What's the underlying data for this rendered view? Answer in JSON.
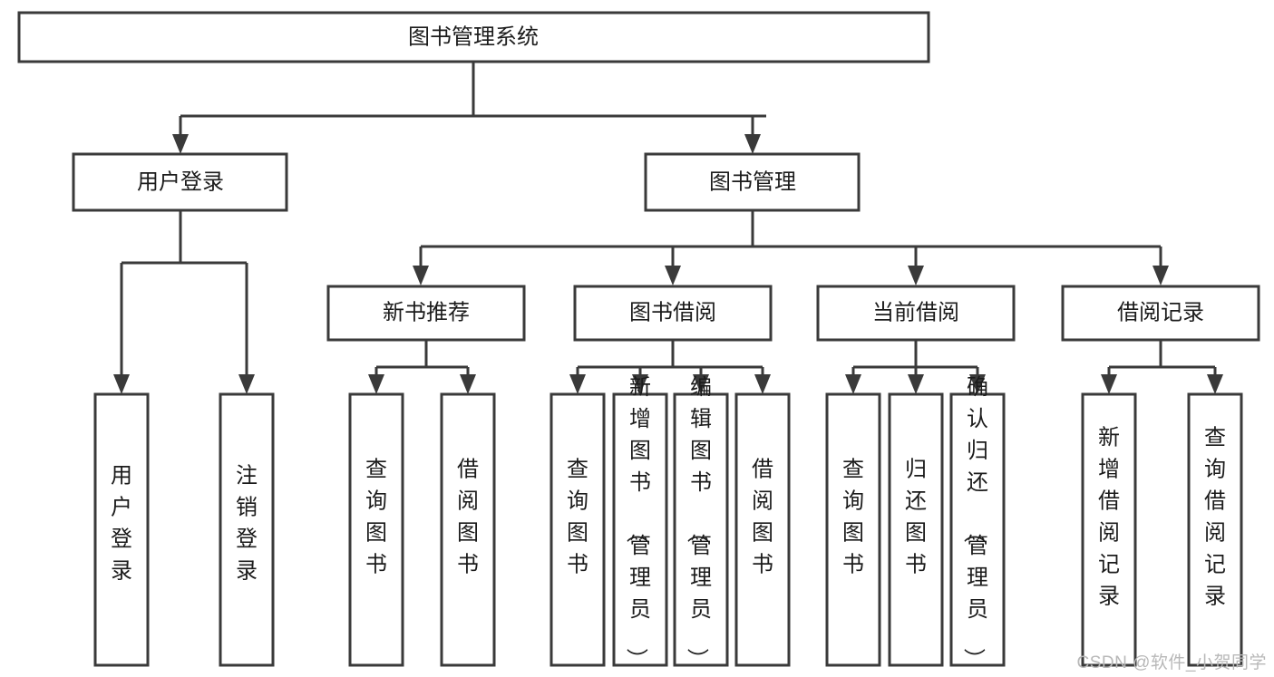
{
  "diagram": {
    "title": "图书管理系统",
    "type": "tree-hierarchy-diagram",
    "orientation": "top-down",
    "colors": {
      "box_stroke": "#3a3a3a",
      "box_fill": "#ffffff",
      "connector": "#3a3a3a",
      "text": "#1b1b1b",
      "background": "#ffffff",
      "watermark": "#b8b8b8"
    },
    "root": {
      "id": "root",
      "label": "图书管理系统",
      "orientation": "horizontal"
    },
    "level2": [
      {
        "id": "user-login",
        "label": "用户登录",
        "orientation": "horizontal"
      },
      {
        "id": "book-manage",
        "label": "图书管理",
        "orientation": "horizontal"
      }
    ],
    "level3": [
      {
        "id": "new-book-recommend",
        "label": "新书推荐",
        "parent": "book-manage",
        "orientation": "horizontal"
      },
      {
        "id": "book-borrow",
        "label": "图书借阅",
        "parent": "book-manage",
        "orientation": "horizontal"
      },
      {
        "id": "current-borrow",
        "label": "当前借阅",
        "parent": "book-manage",
        "orientation": "horizontal"
      },
      {
        "id": "borrow-record",
        "label": "借阅记录",
        "parent": "book-manage",
        "orientation": "horizontal"
      }
    ],
    "leaves": [
      {
        "id": "leaf-user-login",
        "label": "用户登录",
        "parent": "user-login",
        "orientation": "vertical"
      },
      {
        "id": "leaf-user-logout",
        "label": "注销登录",
        "parent": "user-login",
        "orientation": "vertical"
      },
      {
        "id": "leaf-query-book-1",
        "label": "查询图书",
        "parent": "new-book-recommend",
        "orientation": "vertical"
      },
      {
        "id": "leaf-borrow-book-1",
        "label": "借阅图书",
        "parent": "new-book-recommend",
        "orientation": "vertical"
      },
      {
        "id": "leaf-query-book-2",
        "label": "查询图书",
        "parent": "book-borrow",
        "orientation": "vertical"
      },
      {
        "id": "leaf-add-book",
        "label": "新增图书（管理员）",
        "parent": "book-borrow",
        "orientation": "vertical"
      },
      {
        "id": "leaf-edit-book",
        "label": "编辑图书（管理员）",
        "parent": "book-borrow",
        "orientation": "vertical"
      },
      {
        "id": "leaf-borrow-book-2",
        "label": "借阅图书",
        "parent": "book-borrow",
        "orientation": "vertical"
      },
      {
        "id": "leaf-query-book-3",
        "label": "查询图书",
        "parent": "current-borrow",
        "orientation": "vertical"
      },
      {
        "id": "leaf-return-book",
        "label": "归还图书",
        "parent": "current-borrow",
        "orientation": "vertical"
      },
      {
        "id": "leaf-confirm-return",
        "label": "确认归还（管理员）",
        "parent": "current-borrow",
        "orientation": "vertical"
      },
      {
        "id": "leaf-add-record",
        "label": "新增借阅记录",
        "parent": "borrow-record",
        "orientation": "vertical"
      },
      {
        "id": "leaf-query-record",
        "label": "查询借阅记录",
        "parent": "borrow-record",
        "orientation": "vertical"
      }
    ],
    "watermark": "CSDN @软件_小贺同学"
  }
}
